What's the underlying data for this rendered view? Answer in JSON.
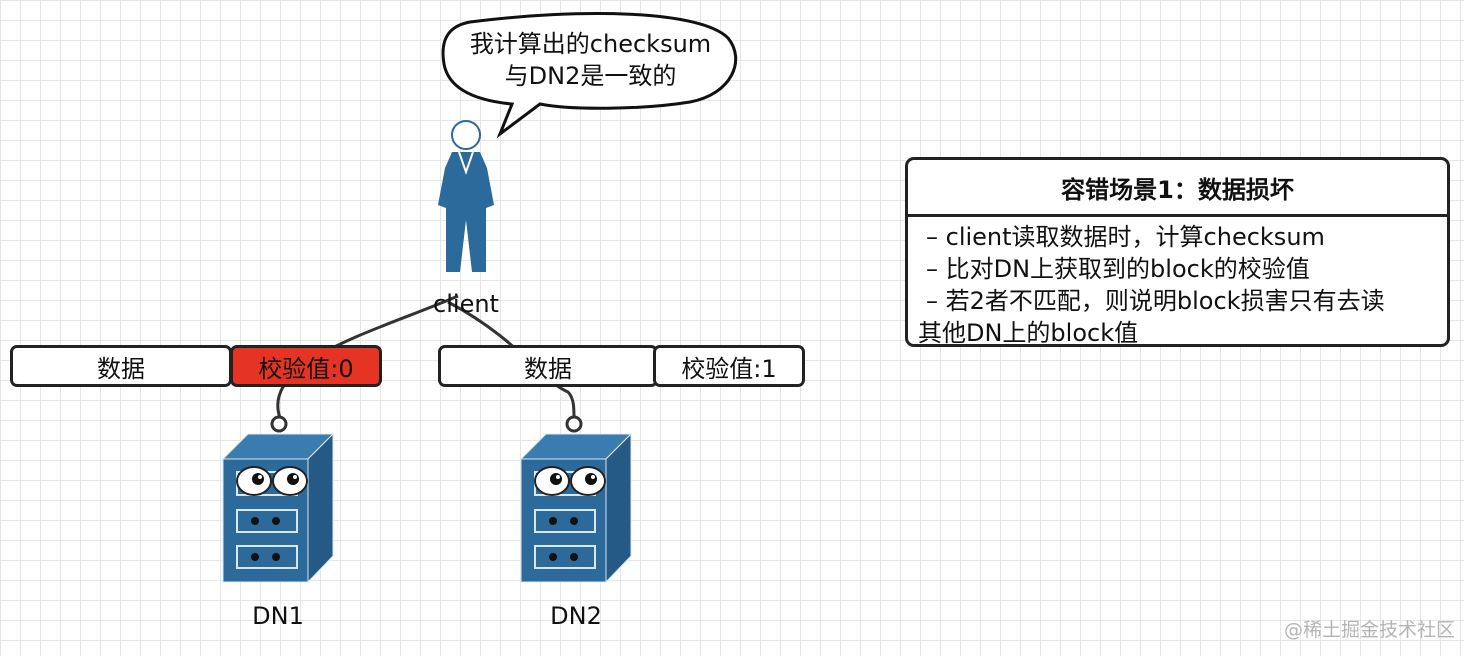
{
  "speech_bubble": {
    "line1": "我计算出的checksum",
    "line2": "与DN2是一致的"
  },
  "client": {
    "label": "client",
    "icon": "person-icon"
  },
  "dn1": {
    "data_label": "数据",
    "checksum_label": "校验值:0",
    "checksum_color": "#e53324",
    "label": "DN1",
    "icon": "server-icon"
  },
  "dn2": {
    "data_label": "数据",
    "checksum_label": "校验值:1",
    "label": "DN2",
    "icon": "server-icon"
  },
  "info_panel": {
    "title": "容错场景1：数据损坏",
    "lines": [
      "– client读取数据时，计算checksum",
      "– 比对DN上获取到的block的校验值",
      "– 若2者不匹配，则说明block损害只有去读",
      "其他DN上的block值"
    ]
  },
  "watermark": "@稀土掘金技术社区",
  "colors": {
    "server_blue": "#2b6a9b",
    "person_blue": "#2b6a9b",
    "alert_red": "#e53324"
  }
}
